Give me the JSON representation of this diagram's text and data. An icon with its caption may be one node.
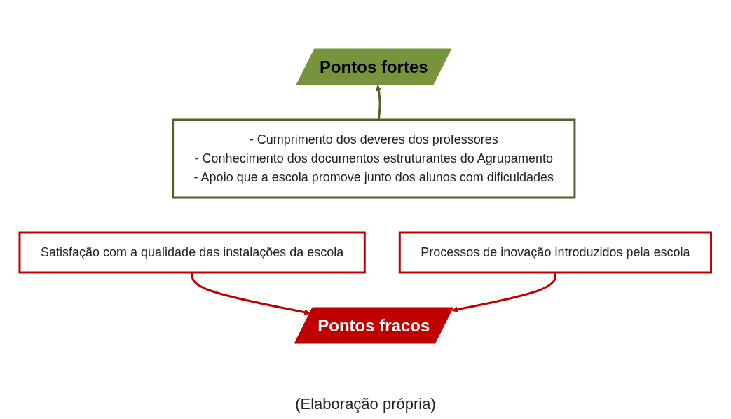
{
  "diagram": {
    "caption": "(Elaboração própria)",
    "nodes": [
      {
        "text": [
          "Pontos fortes"
        ]
      },
      {
        "text": [
          "- Cumprimento dos deveres dos professores",
          "- Conhecimento dos documentos estruturantes do Agrupamento",
          "- Apoio que a escola promove junto dos alunos com dificuldades"
        ]
      },
      {
        "text": [
          "Satisfação com a qualidade das instalações da escola"
        ]
      },
      {
        "text": [
          "Processos de inovação introduzidos pela escola"
        ]
      },
      {
        "text": [
          "Pontos fracos"
        ]
      }
    ],
    "edges": [
      {
        "from": 1,
        "to": 0,
        "arrow": "to",
        "color": "#4f6228"
      },
      {
        "from": 2,
        "to": 4,
        "arrow": "to",
        "color": "#c00000"
      },
      {
        "from": 3,
        "to": 4,
        "arrow": "to",
        "color": "#c00000"
      }
    ]
  }
}
